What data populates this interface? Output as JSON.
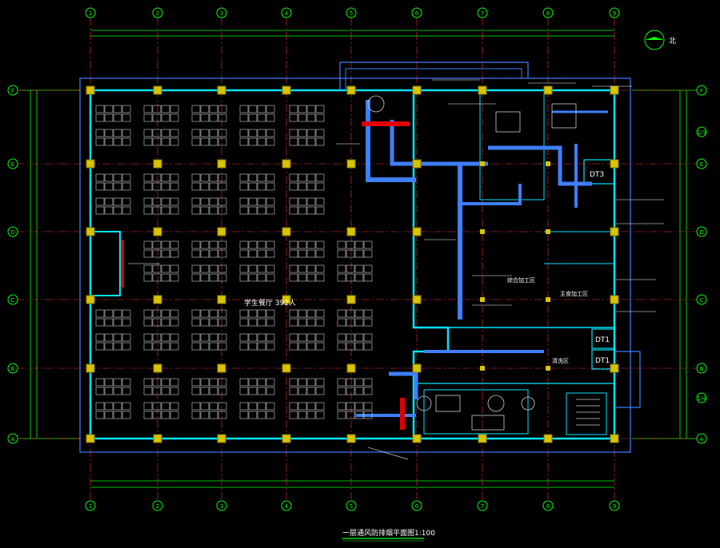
{
  "drawing": {
    "title": "一层通风防排烟平面图1:100",
    "north_label": "北"
  },
  "grid": {
    "columns": [
      "1",
      "2",
      "3",
      "4",
      "5",
      "6",
      "7",
      "8",
      "9"
    ],
    "rows": [
      "F",
      "E",
      "D",
      "C",
      "B",
      "A"
    ],
    "rows_half": [
      "1/4",
      "1/3"
    ]
  },
  "rooms": {
    "dining_hall": "学生餐厅 392人",
    "dt3": "DT3",
    "dt1": "DT1",
    "dt1b": "DT1",
    "kitchen": "综合加工区",
    "main_food": "主食加工区",
    "cleaning": "清洗区"
  },
  "colors": {
    "background": "#000000",
    "axis": "#00ff00",
    "grid_dash": "#ff3030",
    "wall": "#00e5ff",
    "duct": "#3f7fff",
    "column": "#d8c400",
    "furniture": "#cfcfcf",
    "labels": "#ffffff"
  }
}
